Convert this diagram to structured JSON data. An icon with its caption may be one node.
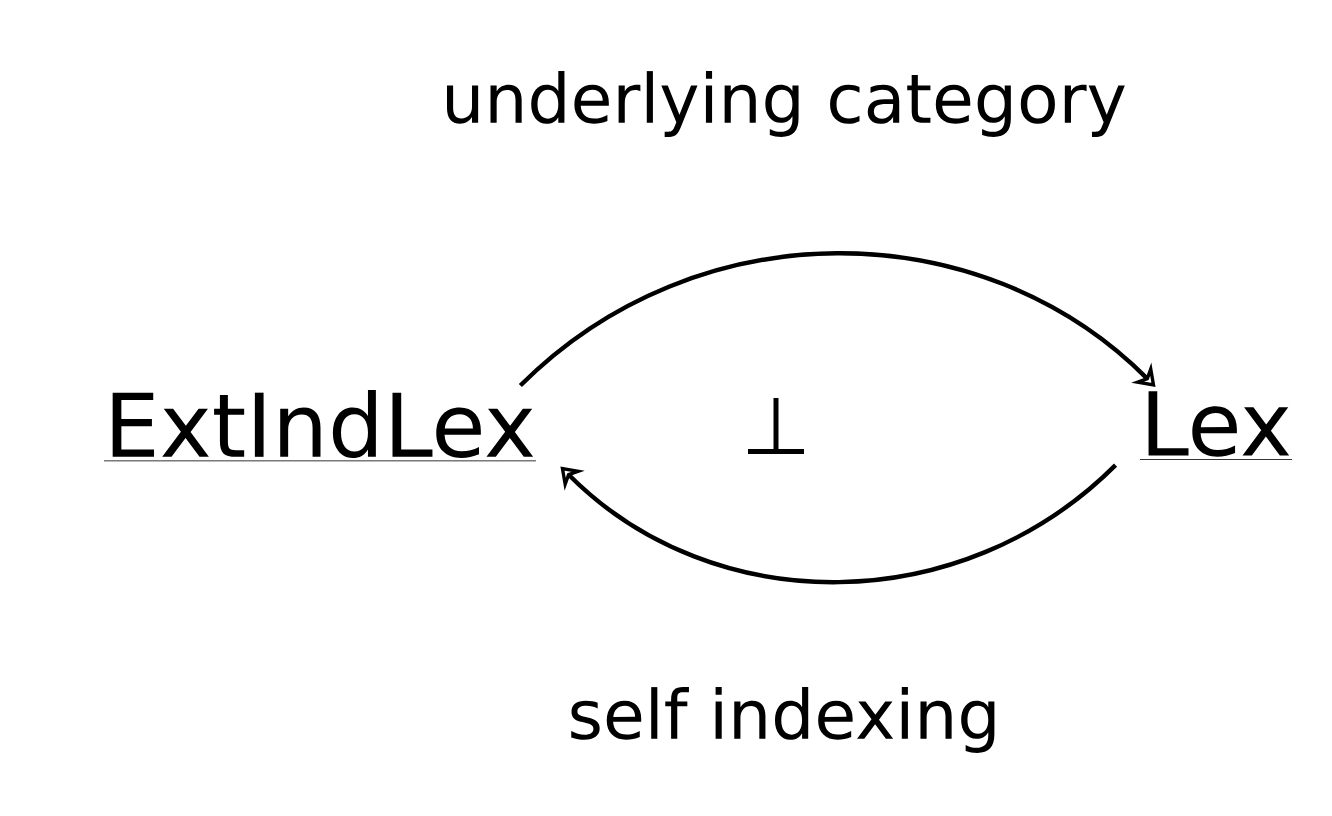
{
  "diagram": {
    "nodes": [
      {
        "text": [
          "ExtIndLex"
        ]
      },
      {
        "text": [
          "Lex"
        ]
      }
    ],
    "edges": [
      {
        "from": 0,
        "to": 1,
        "arrow": "to",
        "label": "underlying category"
      },
      {
        "from": 1,
        "to": 0,
        "arrow": "to",
        "label": "self indexing"
      }
    ],
    "labels": [
      "⊥"
    ]
  }
}
